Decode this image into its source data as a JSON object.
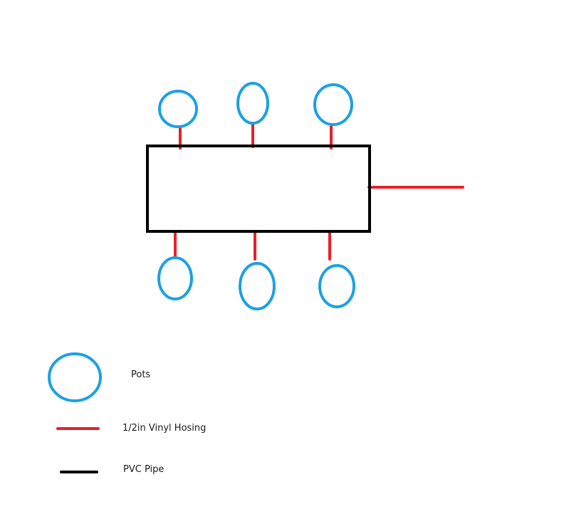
{
  "colors": {
    "pot": "#1ba1e2",
    "hose": "#e8202a",
    "pipe": "#000000",
    "background": "#ffffff"
  },
  "diagram": {
    "pots_top_count": 3,
    "pots_bottom_count": 3,
    "outlet_hose_count": 1
  },
  "legend": {
    "pots_label": "Pots",
    "hose_label": "1/2in Vinyl Hosing",
    "pvc_label": "PVC Pipe"
  }
}
